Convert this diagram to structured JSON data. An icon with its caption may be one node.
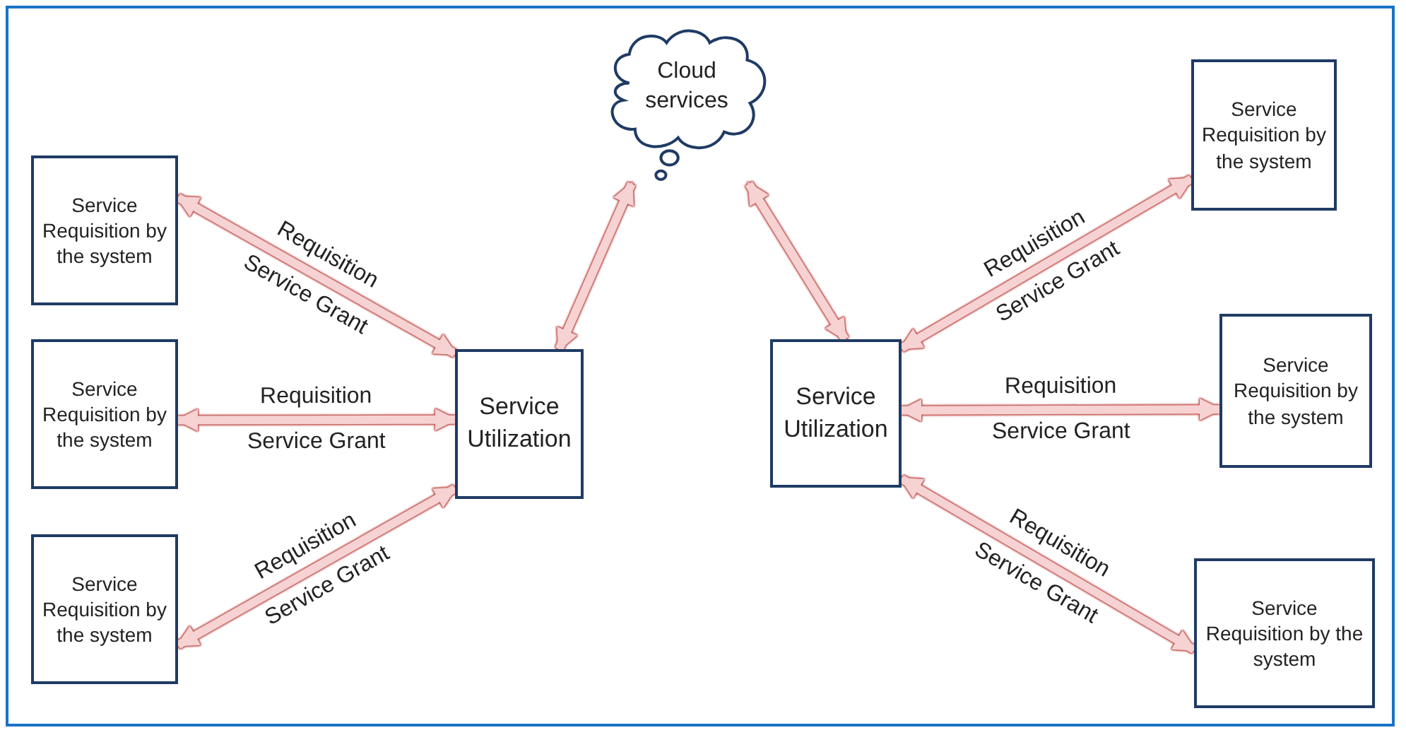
{
  "diagram": {
    "nodes": [
      {
        "text": [
          "Cloud services"
        ]
      },
      {
        "text": [
          "Service Requisition by the system"
        ]
      },
      {
        "text": [
          "Service Requisition by the system"
        ]
      },
      {
        "text": [
          "Service Requisition by the system"
        ]
      },
      {
        "text": [
          "Service Utilization"
        ]
      },
      {
        "text": [
          "Service Utilization"
        ]
      },
      {
        "text": [
          "Service Requisition by the system"
        ]
      },
      {
        "text": [
          "Service Requisition by the system"
        ]
      },
      {
        "text": [
          "Service Requisition by the system"
        ]
      }
    ],
    "edges": [
      {
        "from": 1,
        "to": 4,
        "arrow": "both",
        "label": "Requisition"
      },
      {
        "from": 2,
        "to": 4,
        "arrow": "both",
        "label": "Requisition"
      },
      {
        "from": 3,
        "to": 4,
        "arrow": "both",
        "label": "Requisition"
      },
      {
        "from": 4,
        "to": 0,
        "arrow": "both"
      },
      {
        "from": 0,
        "to": 5,
        "arrow": "both"
      },
      {
        "from": 5,
        "to": 6,
        "arrow": "both",
        "label": "Requisition"
      },
      {
        "from": 5,
        "to": 7,
        "arrow": "both",
        "label": "Requisition"
      },
      {
        "from": 5,
        "to": 8,
        "arrow": "both",
        "label": "Requisition"
      }
    ],
    "labels": [
      "Service Grant",
      "Service Grant",
      "Service Grant",
      "Service Grant",
      "Service Grant",
      "Service Grant"
    ]
  }
}
